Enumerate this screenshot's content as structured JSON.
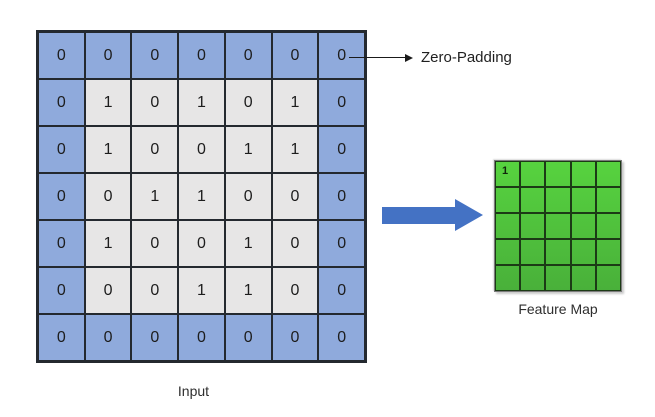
{
  "labels": {
    "input": "Input",
    "feature_map": "Feature Map",
    "zero_padding": "Zero-Padding"
  },
  "colors": {
    "padding_cell": "#8FAADC",
    "inner_cell": "#E7E6E6",
    "grid_border": "#24292F",
    "arrow": "#4472C4",
    "feature_map_top": "#57D33F",
    "feature_map_bottom": "#49B03A"
  },
  "input_grid": {
    "rows": 7,
    "cols": 7,
    "padding_width": 1,
    "values": [
      [
        "0",
        "0",
        "0",
        "0",
        "0",
        "0",
        "0"
      ],
      [
        "0",
        "1",
        "0",
        "1",
        "0",
        "1",
        "0"
      ],
      [
        "0",
        "1",
        "0",
        "0",
        "1",
        "1",
        "0"
      ],
      [
        "0",
        "0",
        "1",
        "1",
        "0",
        "0",
        "0"
      ],
      [
        "0",
        "1",
        "0",
        "0",
        "1",
        "0",
        "0"
      ],
      [
        "0",
        "0",
        "0",
        "1",
        "1",
        "0",
        "0"
      ],
      [
        "0",
        "0",
        "0",
        "0",
        "0",
        "0",
        "0"
      ]
    ]
  },
  "feature_map": {
    "rows": 5,
    "cols": 5,
    "values": [
      [
        "1",
        "",
        "",
        "",
        ""
      ],
      [
        "",
        "",
        "",
        "",
        ""
      ],
      [
        "",
        "",
        "",
        "",
        ""
      ],
      [
        "",
        "",
        "",
        "",
        ""
      ],
      [
        "",
        "",
        "",
        "",
        ""
      ]
    ]
  }
}
